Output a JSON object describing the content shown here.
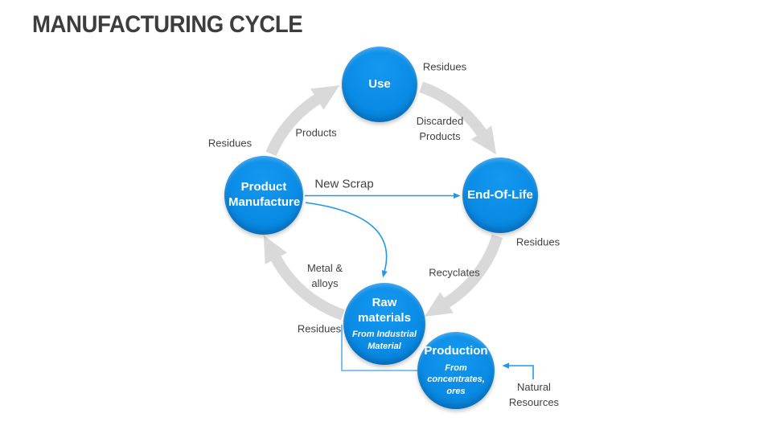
{
  "title": "MANUFACTURING CYCLE",
  "colors": {
    "background": "#ffffff",
    "title_text": "#3d3d3d",
    "node_fill": "#0a8ce6",
    "node_text": "#ffffff",
    "cycle_arrow": "#d9d9d9",
    "connector_arrow": "#2497e8",
    "label_text": "#404040"
  },
  "nodes": {
    "use": {
      "label": "Use"
    },
    "product_manufacture": {
      "label": "Product Manufacture"
    },
    "end_of_life": {
      "label": "End-Of-Life"
    },
    "raw_materials": {
      "label": "Raw materials",
      "sublabel": "From Industrial Material"
    },
    "production": {
      "label": "Production",
      "sublabel": "From concentrates, ores"
    }
  },
  "labels": {
    "residues_top": "Residues",
    "discarded_products": "Discarded Products",
    "products": "Products",
    "residues_left": "Residues",
    "new_scrap": "New Scrap",
    "residues_right": "Residues",
    "recyclates": "Recyclates",
    "metal_alloys": "Metal & alloys",
    "residues_bottom": "Residues",
    "natural_resources": "Natural Resources"
  }
}
